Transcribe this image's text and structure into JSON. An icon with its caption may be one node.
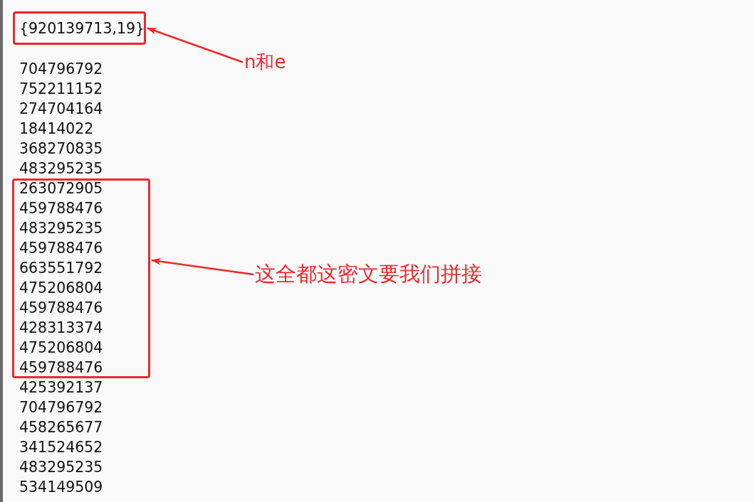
{
  "diagram": {
    "nodes": [
      {
        "text": [
          "{920139713,19}"
        ]
      },
      {
        "text": [
          "263072905",
          "459788476",
          "483295235",
          "459788476",
          "663551792",
          "475206804",
          "459788476",
          "428313374",
          "475206804",
          "459788476"
        ]
      },
      {
        "text": [
          "n和e"
        ]
      },
      {
        "text": [
          "这全都这密文要我们拼接"
        ]
      }
    ],
    "edges": [
      {
        "from": 2,
        "to": 0,
        "arrow": "to"
      },
      {
        "from": 3,
        "to": 1,
        "arrow": "to"
      }
    ],
    "labels": [
      "704796792",
      "752211152",
      "274704164",
      "18414022",
      "368270835",
      "483295235",
      "425392137",
      "704796792",
      "458265677",
      "341524652",
      "483295235",
      "534149509"
    ]
  }
}
